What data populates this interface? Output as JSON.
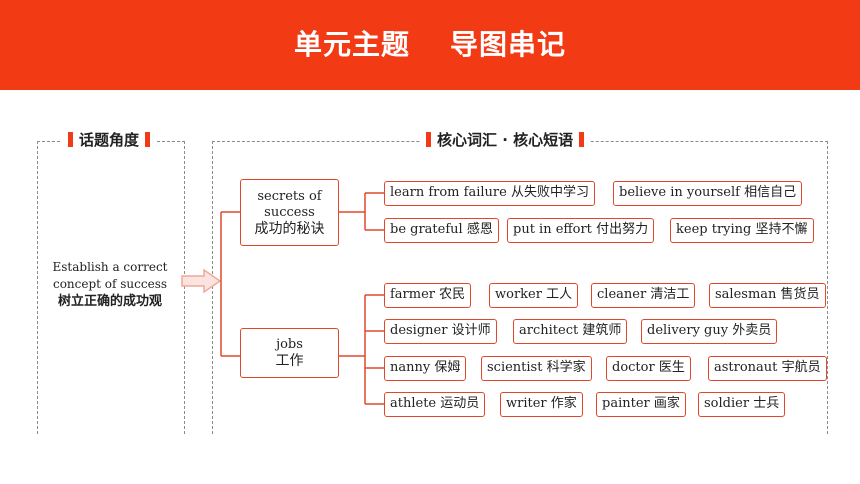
{
  "banner": {
    "title_left": "单元主题",
    "title_right": "导图串记"
  },
  "left_panel": {
    "tag": "话题角度",
    "topic_en": "Establish a correct concept of success",
    "topic_cn": "树立正确的成功观"
  },
  "right_panel": {
    "tag": "核心词汇 · 核心短语",
    "branch1": {
      "label_en": "secrets of success",
      "label_cn": "成功的秘诀",
      "chips": [
        {
          "en": "learn from failure",
          "cn": "从失败中学习"
        },
        {
          "en": "believe in yourself",
          "cn": "相信自己"
        },
        {
          "en": "be grateful",
          "cn": "感恩"
        },
        {
          "en": "put in effort",
          "cn": "付出努力"
        },
        {
          "en": "keep trying",
          "cn": "坚持不懈"
        }
      ]
    },
    "branch2": {
      "label_en": "jobs",
      "label_cn": "工作",
      "chips": [
        {
          "en": "farmer",
          "cn": "农民"
        },
        {
          "en": "worker",
          "cn": "工人"
        },
        {
          "en": "cleaner",
          "cn": "清洁工"
        },
        {
          "en": "salesman",
          "cn": "售货员"
        },
        {
          "en": "designer",
          "cn": "设计师"
        },
        {
          "en": "architect",
          "cn": "建筑师"
        },
        {
          "en": "delivery guy",
          "cn": "外卖员"
        },
        {
          "en": "nanny",
          "cn": "保姆"
        },
        {
          "en": "scientist",
          "cn": "科学家"
        },
        {
          "en": "doctor",
          "cn": "医生"
        },
        {
          "en": "astronaut",
          "cn": "宇航员"
        },
        {
          "en": "athlete",
          "cn": "运动员"
        },
        {
          "en": "writer",
          "cn": "作家"
        },
        {
          "en": "painter",
          "cn": "画家"
        },
        {
          "en": "soldier",
          "cn": "士兵"
        }
      ]
    }
  }
}
